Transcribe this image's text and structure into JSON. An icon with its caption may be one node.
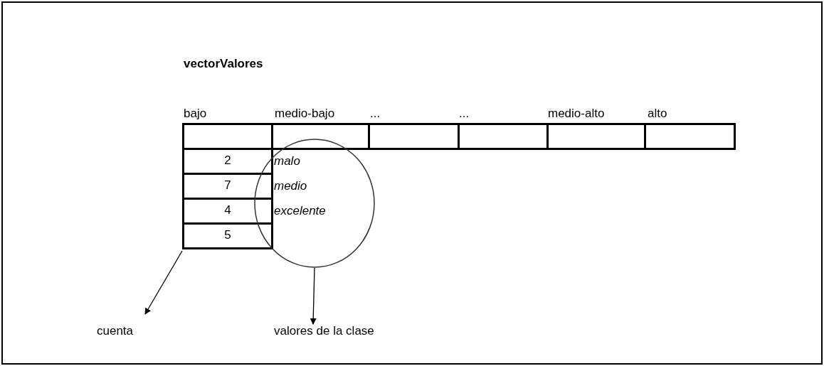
{
  "diagram": {
    "title": "vectorValores",
    "nodes": [
      {
        "text": [],
        "shape": "box"
      },
      {
        "text": [],
        "shape": "box"
      },
      {
        "text": [],
        "shape": "box"
      },
      {
        "text": [],
        "shape": "box"
      },
      {
        "text": [],
        "shape": "box"
      },
      {
        "text": [],
        "shape": "box"
      },
      {
        "text": [
          "2"
        ]
      },
      {
        "text": [
          "7"
        ]
      },
      {
        "text": [
          "4"
        ]
      },
      {
        "text": [
          "5"
        ]
      },
      {
        "text": [],
        "shape": "circle"
      },
      {
        "text": [
          "cuenta"
        ]
      },
      {
        "text": [
          "valores de la clase"
        ]
      }
    ],
    "edges": [
      {
        "from": 9,
        "to": 11,
        "arrow": "to"
      },
      {
        "from": 10,
        "to": 12,
        "arrow": "to"
      }
    ],
    "labels": [
      "bajo",
      "medio-bajo",
      "...",
      "...",
      "medio-alto",
      "alto",
      "malo",
      "medio",
      "excelente"
    ]
  }
}
